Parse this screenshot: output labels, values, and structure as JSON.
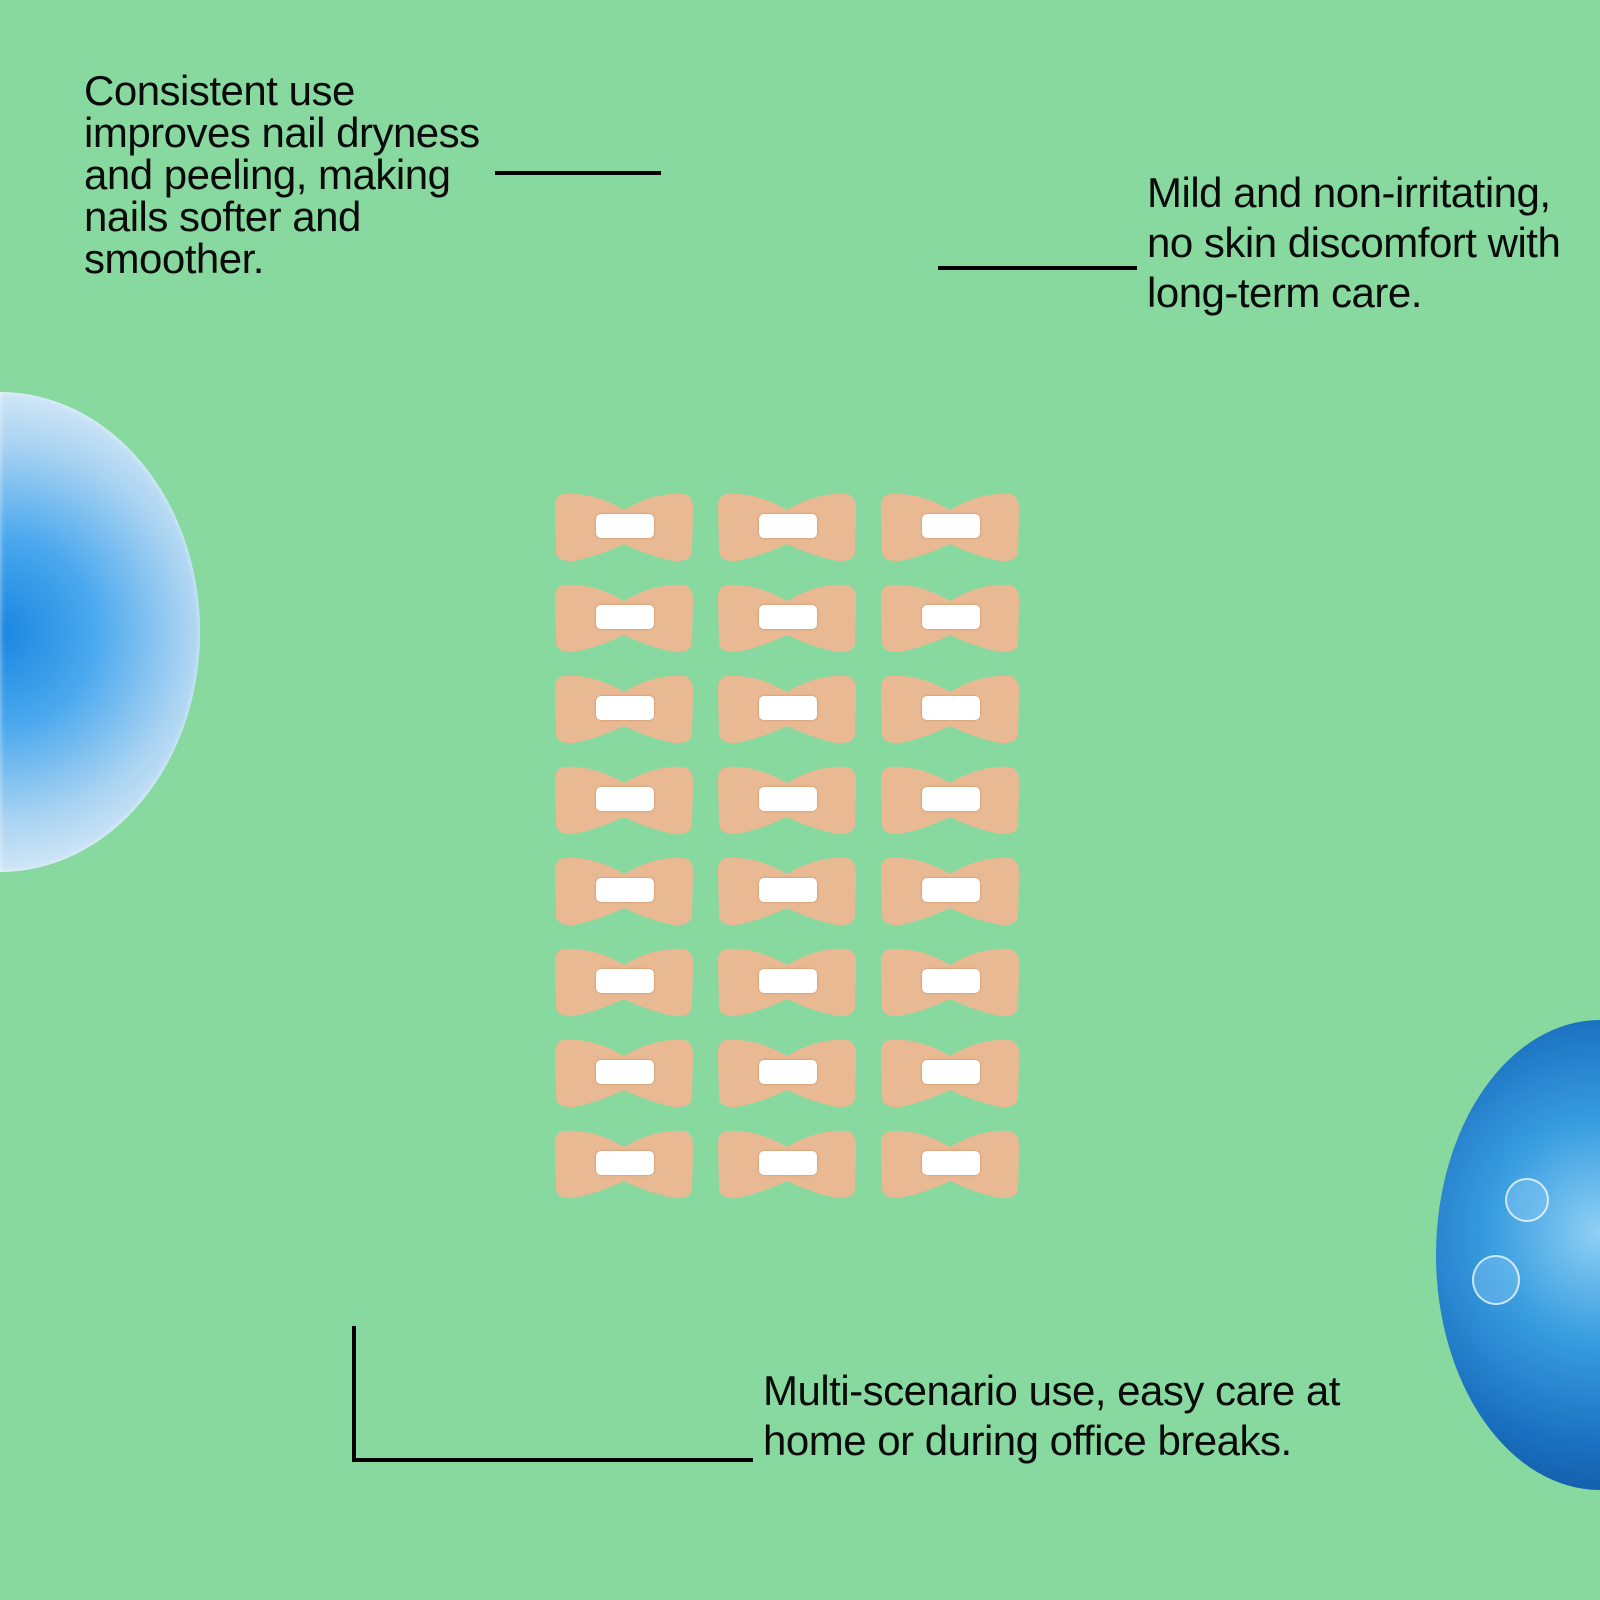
{
  "callouts": {
    "top_left": "Consistent use improves nail dryness and peeling, making nails softer and smoother.",
    "top_right": "Mild and non-irritating, no skin discomfort with long-term care.",
    "bottom": "Multi-scenario use, easy care at home or during office breaks."
  },
  "patch_grid": {
    "rows": 8,
    "columns": 3
  },
  "colors": {
    "background": "#88d99f",
    "patch": "#e8b993",
    "pad": "#ffffff"
  }
}
